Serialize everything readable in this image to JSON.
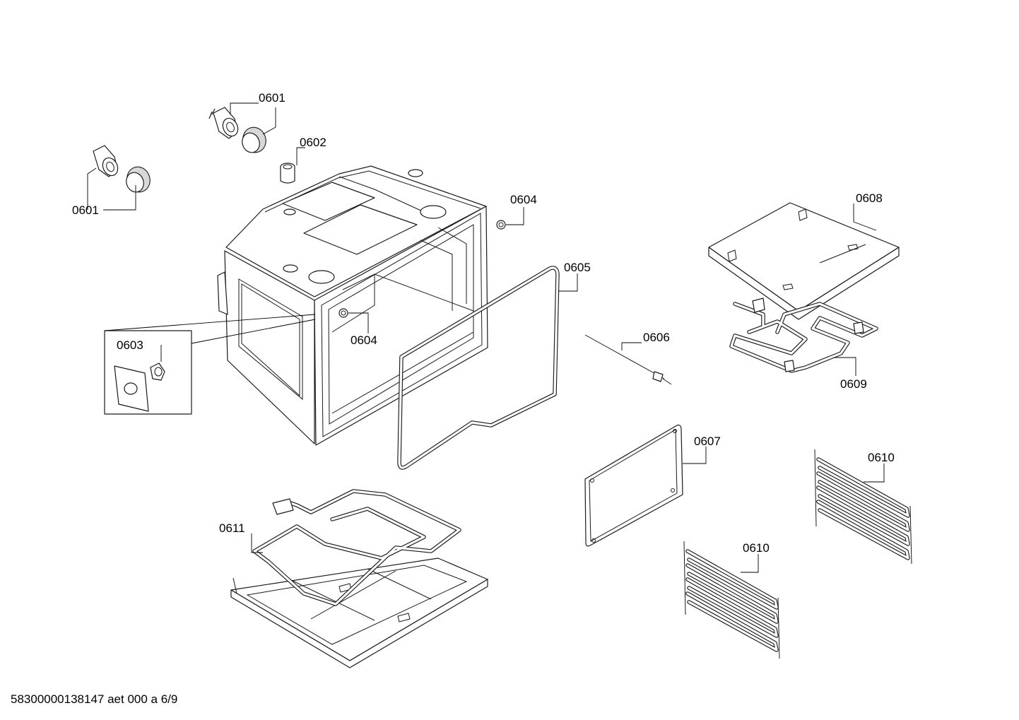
{
  "callouts": {
    "c0601_a": "0601",
    "c0601_b": "0601",
    "c0602": "0602",
    "c0603": "0603",
    "c0604_a": "0604",
    "c0604_b": "0604",
    "c0605": "0605",
    "c0606": "0606",
    "c0607": "0607",
    "c0608": "0608",
    "c0609": "0609",
    "c0610_a": "0610",
    "c0610_b": "0610",
    "c0611": "0611"
  },
  "footer": {
    "document_id": "58300000138147 aet 000 a 6/9"
  }
}
